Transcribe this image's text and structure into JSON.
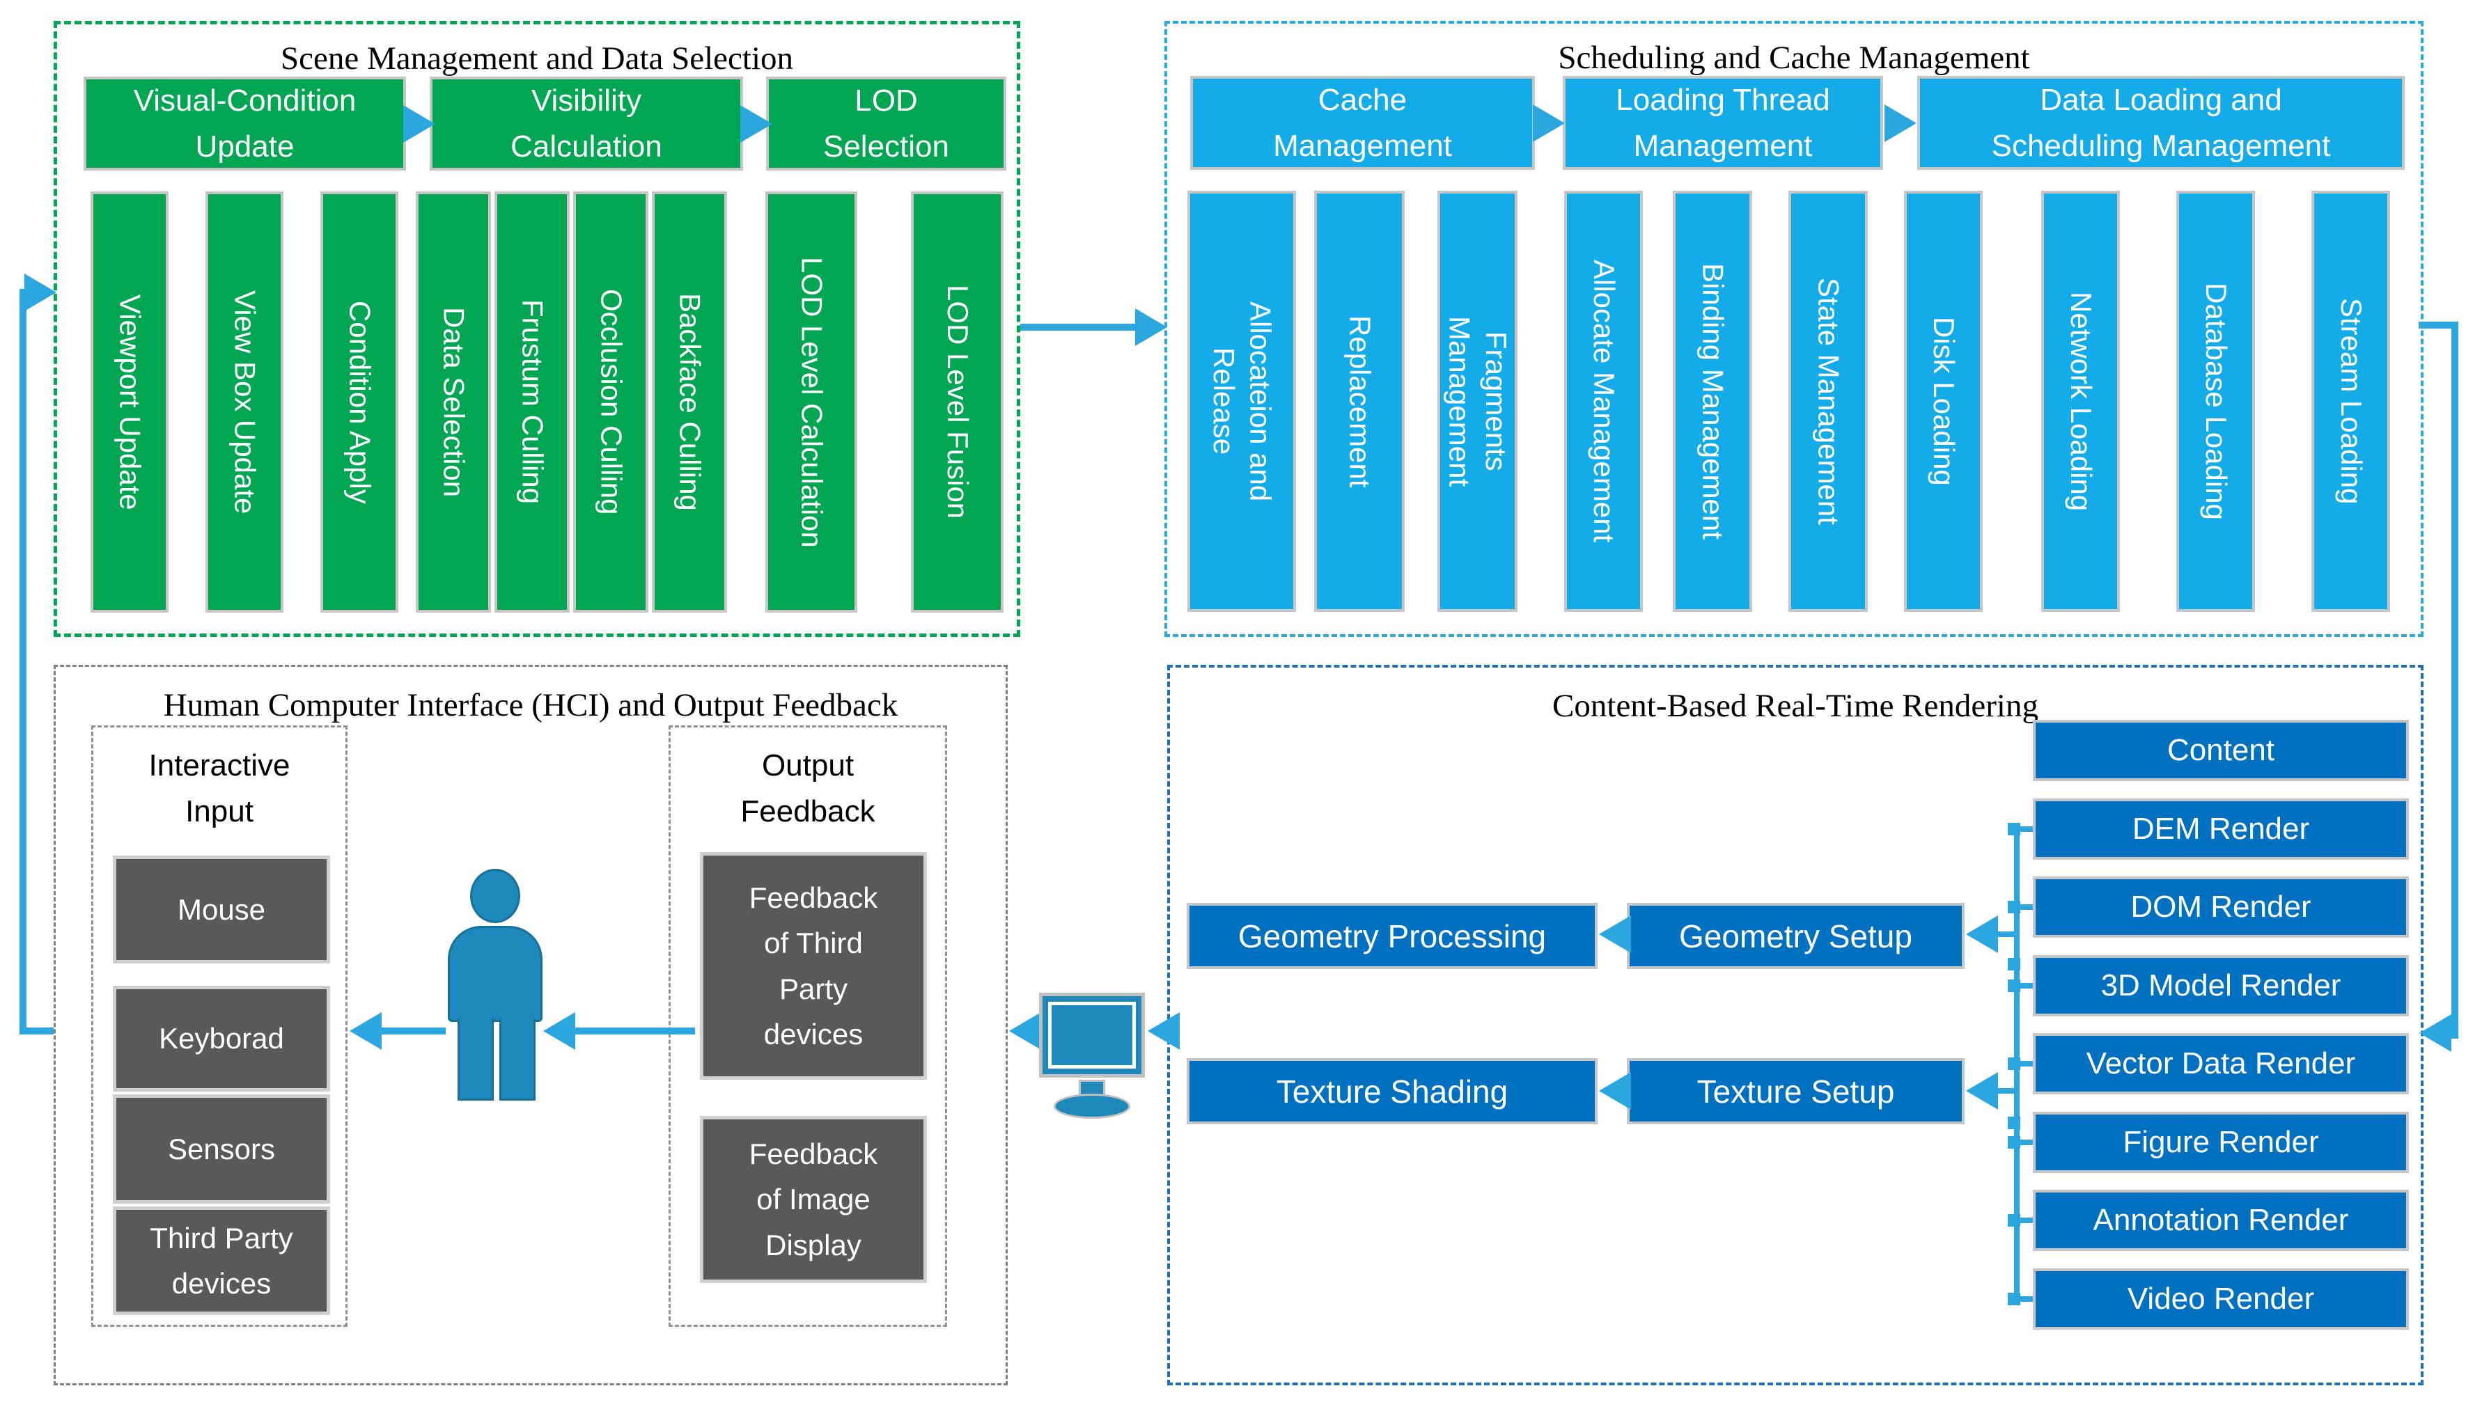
{
  "figure": {
    "colors": {
      "green": "#00A651",
      "light_blue": "#14ACE8",
      "dark_blue": "#0070C0",
      "gray": "#595959",
      "arrow": "#2BA6DE",
      "person": "#1E88BB"
    },
    "sections": {
      "scene": {
        "title": "Scene Management and Data Selection",
        "headers": [
          "Visual-Condition\nUpdate",
          "Visibility\nCalculation",
          "LOD\nSelection"
        ],
        "columns": [
          "Viewport Update",
          "View Box Update",
          "Condition Apply",
          "Data Selection",
          "Frustum Culling",
          "Occlusion Culling",
          "Backface Culling",
          "LOD Level Calculation",
          "LOD Level Fusion"
        ]
      },
      "scheduling": {
        "title": "Scheduling and Cache Management",
        "headers": [
          "Cache\nManagement",
          "Loading Thread\nManagement",
          "Data Loading and\nScheduling Management"
        ],
        "columns": [
          "Allocateion and\nRelease",
          "Replacement",
          "Fragments\nManagement",
          "Allocate Management",
          "Binding Management",
          "State Management",
          "Disk Loading",
          "Network Loading",
          "Database Loading",
          "Stream Loading"
        ]
      },
      "hci": {
        "title": "Human Computer Interface (HCI) and Output Feedback",
        "interactive_input": {
          "title": "Interactive\nInput",
          "items": [
            "Mouse",
            "Keyborad",
            "Sensors",
            "Third Party\ndevices"
          ]
        },
        "output_feedback": {
          "title": "Output\nFeedback",
          "items": [
            "Feedback\nof Third\nParty\ndevices",
            "Feedback\nof Image\nDisplay"
          ]
        }
      },
      "rendering": {
        "title": "Content-Based Real-Time Rendering",
        "geometry_processing": "Geometry Processing",
        "geometry_setup": "Geometry Setup",
        "texture_shading": "Texture Shading",
        "texture_setup": "Texture Setup",
        "content_items": [
          "Content",
          "DEM Render",
          "DOM Render",
          "3D Model Render",
          "Vector Data Render",
          "Figure Render",
          "Annotation Render",
          "Video Render"
        ]
      }
    }
  }
}
